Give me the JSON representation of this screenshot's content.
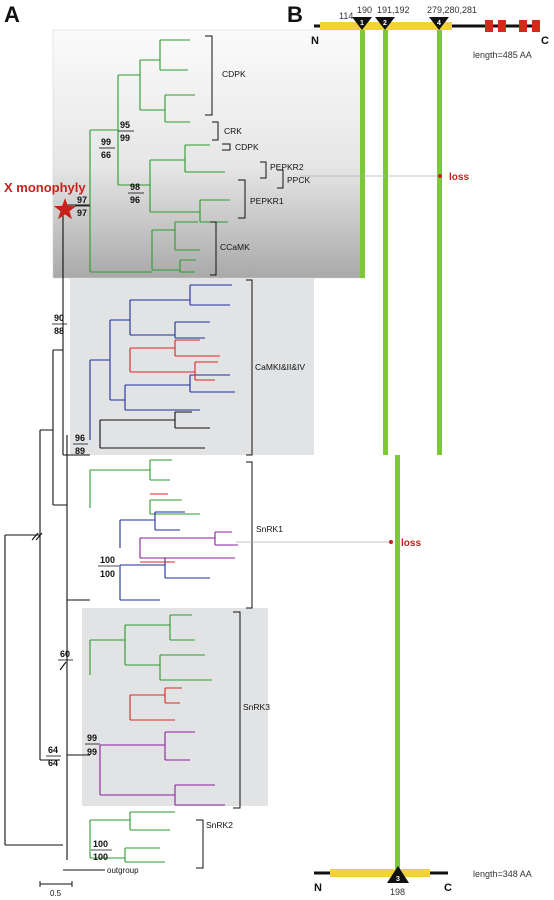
{
  "panels": {
    "a": "A",
    "b": "B"
  },
  "tree": {
    "clade_labels": {
      "cdpk": "CDPK",
      "crk": "CRK",
      "cdpk2": "CDPK",
      "pepkr2": "PEPKR2",
      "ppck": "PPCK",
      "pepkr1": "PEPKR1",
      "ccamk": "CCaMK",
      "camk": "CaMKI&II&IV",
      "snrk1": "SnRK1",
      "snrk3": "SnRK3",
      "snrk2": "SnRK2",
      "outgroup": "outgroup"
    },
    "supports": [
      {
        "top": "95",
        "bottom": "99"
      },
      {
        "top": "99",
        "bottom": "66"
      },
      {
        "top": "98",
        "bottom": "96"
      },
      {
        "top": "97",
        "bottom": "97"
      },
      {
        "top": "90",
        "bottom": "88"
      },
      {
        "top": "96",
        "bottom": "89"
      },
      {
        "top": "100",
        "bottom": "100"
      },
      {
        "top": "60",
        "bottom": ""
      },
      {
        "top": "99",
        "bottom": "99"
      },
      {
        "top": "64",
        "bottom": "64"
      },
      {
        "top": "100",
        "bottom": "100"
      }
    ],
    "monophyly": "X monophyly",
    "scale": "0.5"
  },
  "protein": {
    "top_sites": {
      "s114": "114",
      "s190": "190",
      "s191_192": "191,192",
      "s279_281": "279,280,281"
    },
    "top_markers": [
      "1",
      "2",
      "4"
    ],
    "top_length": "length=485 AA",
    "bottom_site": "198",
    "bottom_marker": "3",
    "bottom_length": "length=348 AA",
    "n_term": "N",
    "c_term": "C",
    "loss": "loss"
  },
  "colors": {
    "green": "#2e9a2e",
    "blue": "#1f2c9c",
    "red": "#e02424",
    "purple": "#8a1f9c",
    "black": "#111111",
    "yellow": "#f2d23a",
    "domain_red": "#d42a1a",
    "lime_bar": "#7dc73a",
    "loss_red": "#c8201a"
  }
}
